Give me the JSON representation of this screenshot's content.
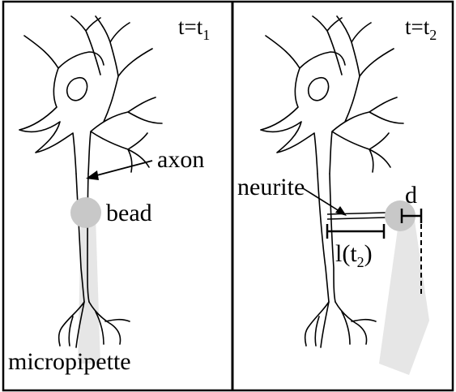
{
  "left_panel": {
    "time_label": "t=t",
    "time_subscript": "1",
    "labels": {
      "axon": "axon",
      "bead": "bead",
      "micropipette": "micropipette"
    }
  },
  "right_panel": {
    "time_label": "t=t",
    "time_subscript": "2",
    "labels": {
      "neurite": "neurite",
      "d": "d",
      "length_prefix": "l(t",
      "length_subscript": "2",
      "length_suffix": ")"
    }
  },
  "colors": {
    "bead": "#c8c8c8",
    "pipette": "#e6e6e6",
    "stroke": "#000000"
  }
}
